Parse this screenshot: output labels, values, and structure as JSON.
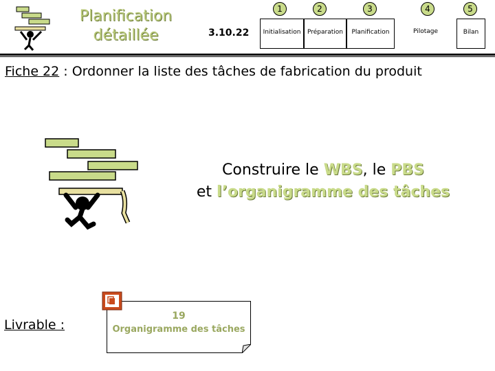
{
  "header": {
    "title_line1": "Planification",
    "title_line2": "détaillée",
    "code": "3.10.22",
    "phases": [
      {
        "num": "1",
        "label": "Initialisation"
      },
      {
        "num": "2",
        "label": "Préparation"
      },
      {
        "num": "3",
        "label": "Planification"
      },
      {
        "num": "4",
        "label": "Pilotage"
      },
      {
        "num": "5",
        "label": "Bilan"
      }
    ]
  },
  "fiche": {
    "label": "Fiche 22",
    "separator": " : ",
    "text": "Ordonner la liste des tâches de fabrication du produit"
  },
  "main": {
    "line1_prefix": "Construire le ",
    "wbs": "WBS",
    "line1_mid": ", le ",
    "pbs": "PBS",
    "line2_prefix": "et ",
    "line2_highlight": "l’organigramme des tâches"
  },
  "livrable": {
    "label": "Livrable :",
    "number": "19",
    "name": "Organigramme des tâches"
  },
  "colors": {
    "accent": "#c9db8a",
    "accent_shadow": "#6b7a3a",
    "deliverable_text": "#9aa860"
  },
  "icons": [
    "man-lifting-bars-icon",
    "powerpoint-icon"
  ]
}
